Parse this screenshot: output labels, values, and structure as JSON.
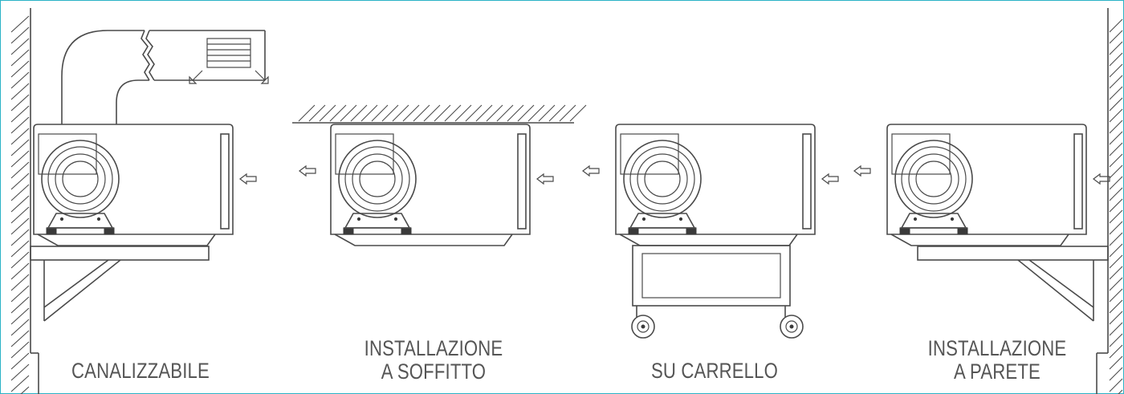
{
  "accent_color": "#2ab3c6",
  "line_color": "#4a4a4a",
  "configurations": [
    {
      "lines": [
        "CANALIZZABILE"
      ]
    },
    {
      "lines": [
        "INSTALLAZIONE",
        "A SOFFITTO"
      ]
    },
    {
      "lines": [
        "SU CARRELLO"
      ]
    },
    {
      "lines": [
        "INSTALLAZIONE",
        "A PARETE"
      ]
    }
  ],
  "icons": [
    "airflow-arrow-icon",
    "fan-icon",
    "filter-grille-icon",
    "duct-icon",
    "wheel-icon"
  ]
}
